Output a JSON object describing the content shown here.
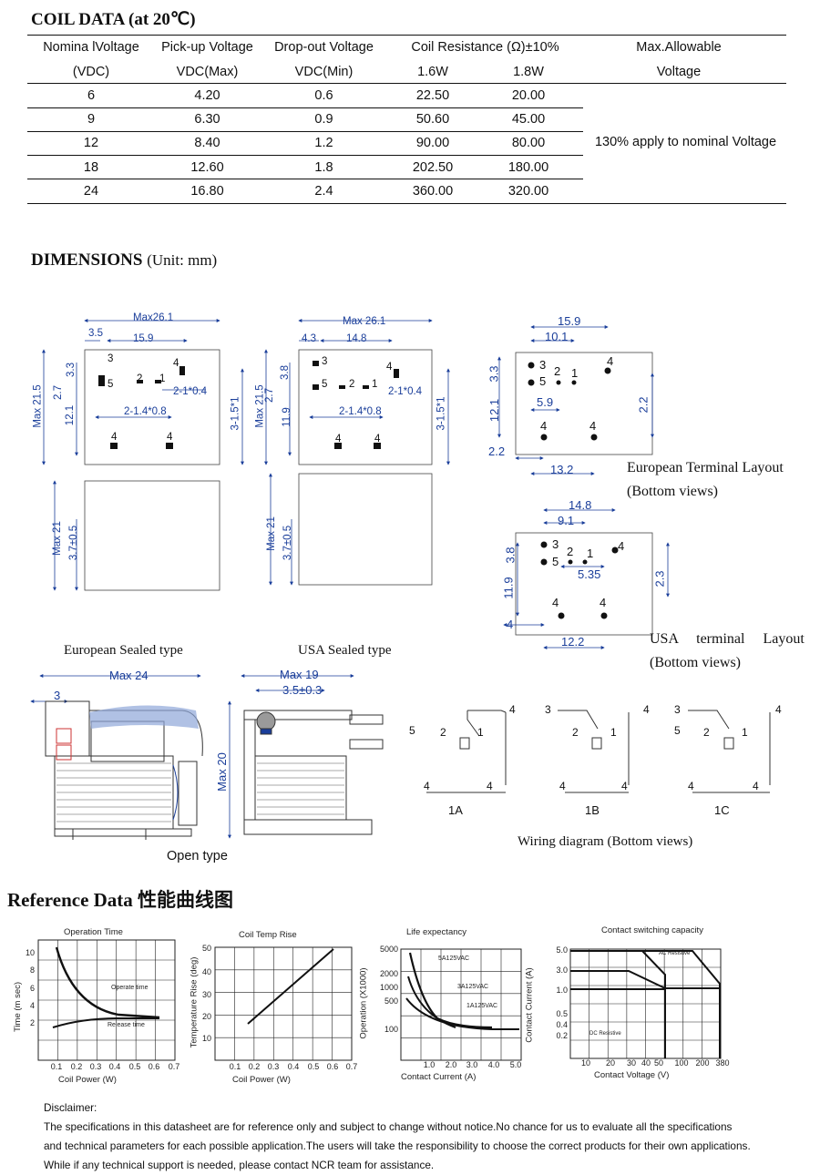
{
  "coil_data": {
    "title": "COIL DATA (at 20℃)",
    "header_row1": [
      "Nomina lVoltage",
      "Pick-up Voltage",
      "Drop-out  Voltage",
      "Coil Resistance (Ω)±10%",
      "Max.Allowable"
    ],
    "header_row2": [
      "(VDC)",
      "VDC(Max)",
      "VDC(Min)",
      "1.6W",
      "1.8W",
      "Voltage"
    ],
    "rows": [
      [
        "6",
        "4.20",
        "0.6",
        "22.50",
        "20.00"
      ],
      [
        "9",
        "6.30",
        "0.9",
        "50.60",
        "45.00"
      ],
      [
        "12",
        "8.40",
        "1.2",
        "90.00",
        "80.00"
      ],
      [
        "18",
        "12.60",
        "1.8",
        "202.50",
        "180.00"
      ],
      [
        "24",
        "16.80",
        "2.4",
        "360.00",
        "320.00"
      ]
    ],
    "max_allowable_note": "130% apply to nominal  Voltage"
  },
  "dimensions": {
    "title": "DIMENSIONS",
    "unit": "(Unit: mm)",
    "euro_top": {
      "max_w": "Max26.1",
      "d1": "3.5",
      "d2": "15.9",
      "d3": "3.3",
      "d4": "2.7",
      "d5": "12.1",
      "d6": "Max 21.5",
      "d7": "2-1*0.4",
      "d8": "2-1.4*0.8",
      "d9": "3-1.5*1",
      "p3": "3",
      "p5": "5",
      "p2": "2",
      "p1": "1",
      "p4": "4",
      "p4a": "4",
      "p4b": "4"
    },
    "euro_side": {
      "h": "Max 21",
      "d": "3.7±0.5"
    },
    "euro_caption": "European Sealed type",
    "usa_top": {
      "max_w": "Max 26.1",
      "d1": "4.3",
      "d2": "14.8",
      "d3": "3.8",
      "d4": "2.7",
      "d5": "11.9",
      "d6": "Max 21.5",
      "d7": "2-1*0.4",
      "d8": "2-1.4*0.8",
      "d9": "3-1.5*1",
      "p3": "3",
      "p5": "5",
      "p2": "2",
      "p1": "1",
      "p4": "4",
      "p4a": "4",
      "p4b": "4"
    },
    "usa_side": {
      "h": "Max 21",
      "d": "3.7±0.5"
    },
    "usa_caption": "USA Sealed type",
    "euro_layout": {
      "a": "15.9",
      "b": "10.1",
      "c": "3.3",
      "d": "5.9",
      "e": "12.1",
      "f": "2.2",
      "g": "2.2",
      "h": "13.2",
      "p3": "3",
      "p5": "5",
      "p2": "2",
      "p1": "1",
      "p4": "4",
      "p4a": "4",
      "p4b": "4"
    },
    "euro_layout_caption1": "European Terminal Layout",
    "euro_layout_caption2": "(Bottom views)",
    "usa_layout": {
      "a": "14.8",
      "b": "9.1",
      "c": "3.8",
      "d": "5.35",
      "e": "11.9",
      "f": "2.3",
      "g": "4",
      "h": "12.2",
      "p3": "3",
      "p5": "5",
      "p2": "2",
      "p1": "1",
      "p4": "4",
      "p4a": "4",
      "p4b": "4"
    },
    "usa_layout_caption1": "USA     terminal     Layout",
    "usa_layout_caption2": "(Bottom views)",
    "open_front": {
      "w": "Max 24",
      "d": "3"
    },
    "open_side": {
      "w": "Max 19",
      "d": "3.5±0.3",
      "h": "Max 20"
    },
    "open_caption": "Open type",
    "wiring": {
      "labels": [
        "1A",
        "1B",
        "1C"
      ],
      "caption": "Wiring diagram (Bottom views)",
      "pins": {
        "p1": "1",
        "p2": "2",
        "p3": "3",
        "p4": "4",
        "p5": "5"
      }
    }
  },
  "reference": {
    "title": "Reference Data 性能曲线图",
    "op_time": {
      "title": "Operation Time",
      "ylabel": "Time (m sec)",
      "xlabel": "Coil Power (W)",
      "yticks": [
        "2",
        "4",
        "6",
        "8",
        "10"
      ],
      "xticks": [
        "0.1",
        "0.2",
        "0.3",
        "0.4",
        "0.5",
        "0.6",
        "0.7"
      ],
      "s1": "Operate time",
      "s2": "Release time"
    },
    "coil_temp": {
      "title": "Coil Temp Rise",
      "ylabel": "Temperature Rise (deg)",
      "xlabel": "Coil Power (W)",
      "yticks": [
        "10",
        "20",
        "30",
        "40",
        "50"
      ],
      "xticks": [
        "0.2",
        "0.3",
        "0.4",
        "0.5",
        "0.6",
        "0.7"
      ],
      "x_first": "0.1"
    },
    "life": {
      "title": "Life expectancy",
      "ylabel": "Operation (X1000)",
      "xlabel": "Contact Current (A)",
      "yticks": [
        "5000",
        "2000",
        "1000",
        "500",
        "100"
      ],
      "xticks": [
        "1.0",
        "2.0",
        "3.0",
        "4.0",
        "5.0"
      ],
      "s1": "5A125VAC",
      "s2": "3A125VAC",
      "s3": "1A125VAC"
    },
    "switch": {
      "title": "Contact switching capacity",
      "ylabel": "Contact Current (A)",
      "xlabel": "Contact Voltage (V)",
      "yticks": [
        "5.0",
        "3.0",
        "1.0",
        "0.5",
        "0.4",
        "0.2"
      ],
      "xticks": [
        "10",
        "20",
        "30",
        "40",
        "50",
        "100",
        "200",
        "380"
      ],
      "ac": "AC Resistive",
      "dc": "DC Resistive"
    }
  },
  "disclaimer": {
    "title": "Disclaimer:",
    "line1": "The specifications in this datasheet are for reference only and subject to change without notice.No chance for us to evaluate all the specifications",
    "line2": "and technical parameters for each possible application.The users will take the responsibility to choose the correct products for their own applications.",
    "line3": "While if any technical support is needed, please contact NCR team for assistance."
  }
}
